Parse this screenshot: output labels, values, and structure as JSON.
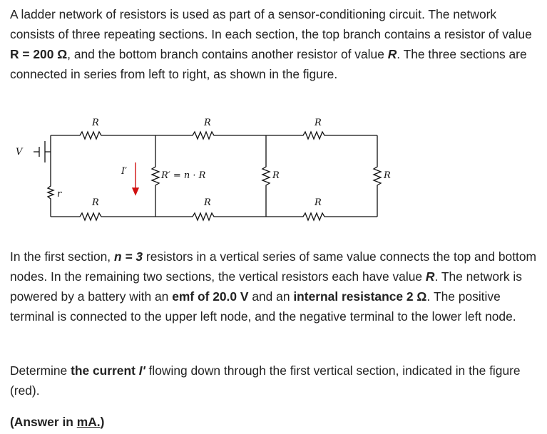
{
  "intro": {
    "s1": "A ladder network of resistors is used as part of a sensor-conditioning circuit. The network consists of three repeating sections. In each section, the top branch contains a resistor of value ",
    "r_value": "R = 200 Ω",
    "s2": ", and the bottom branch contains another resistor of value ",
    "r": "R",
    "s3": ". The three sections are connected in series from left to right, as shown in the figure."
  },
  "second": {
    "s1": "In the first section, ",
    "n_value": "n = 3",
    "s2": " resistors in a vertical series of same value connects the top and bottom nodes. In the remaining two sections, the vertical resistors each have value ",
    "r": "R",
    "s3": ". The network is powered by a battery with an ",
    "emf": "emf of 20.0 V",
    "s4": " and an ",
    "internal": "internal resistance 2 Ω",
    "s5": ". The positive terminal is connected to the upper left node, and the negative terminal to the lower left node."
  },
  "third": {
    "s1": "Determine ",
    "current": "the current ",
    "iprime": "I'",
    "s2": " flowing down through the first vertical section, indicated in the figure (red)."
  },
  "answer": {
    "prefix": "(Answer in ",
    "unit": "mA.",
    "suffix": ")"
  },
  "figure": {
    "labels": {
      "v": "V",
      "r_internal": "r",
      "top1": "R",
      "top2": "R",
      "top3": "R",
      "bot1": "R",
      "bot2": "R",
      "bot3": "R",
      "vert1": "R′ = n · R",
      "vert2": "R",
      "vert3": "R",
      "current": "I′"
    },
    "colors": {
      "wire": "#111111",
      "current_arrow": "#d01010"
    }
  }
}
